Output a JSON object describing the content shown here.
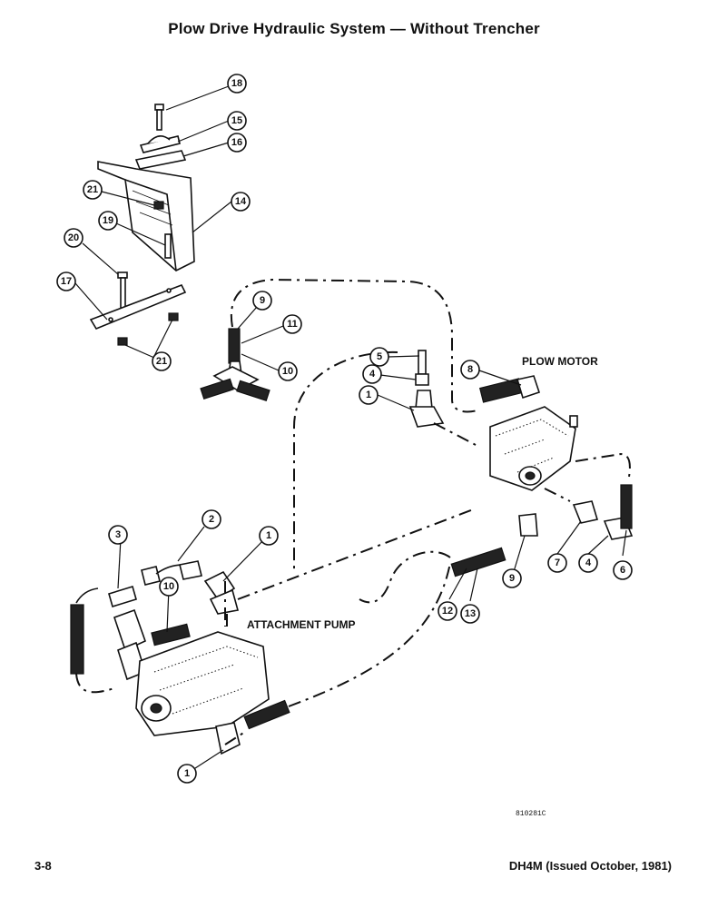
{
  "title": "Plow Drive Hydraulic System — Without Trencher",
  "labels": {
    "plow_motor": "PLOW MOTOR",
    "attachment_pump": "ATTACHMENT PUMP"
  },
  "figure_number": "810281C",
  "footer": {
    "page": "3-8",
    "doc": "DH4M (Issued October, 1981)"
  },
  "callouts": [
    "18",
    "15",
    "16",
    "14",
    "21",
    "19",
    "20",
    "17",
    "21",
    "9",
    "11",
    "10",
    "5",
    "4",
    "1",
    "8",
    "3",
    "2",
    "1",
    "10",
    "7",
    "4",
    "6",
    "12",
    "13",
    "9",
    "1"
  ]
}
